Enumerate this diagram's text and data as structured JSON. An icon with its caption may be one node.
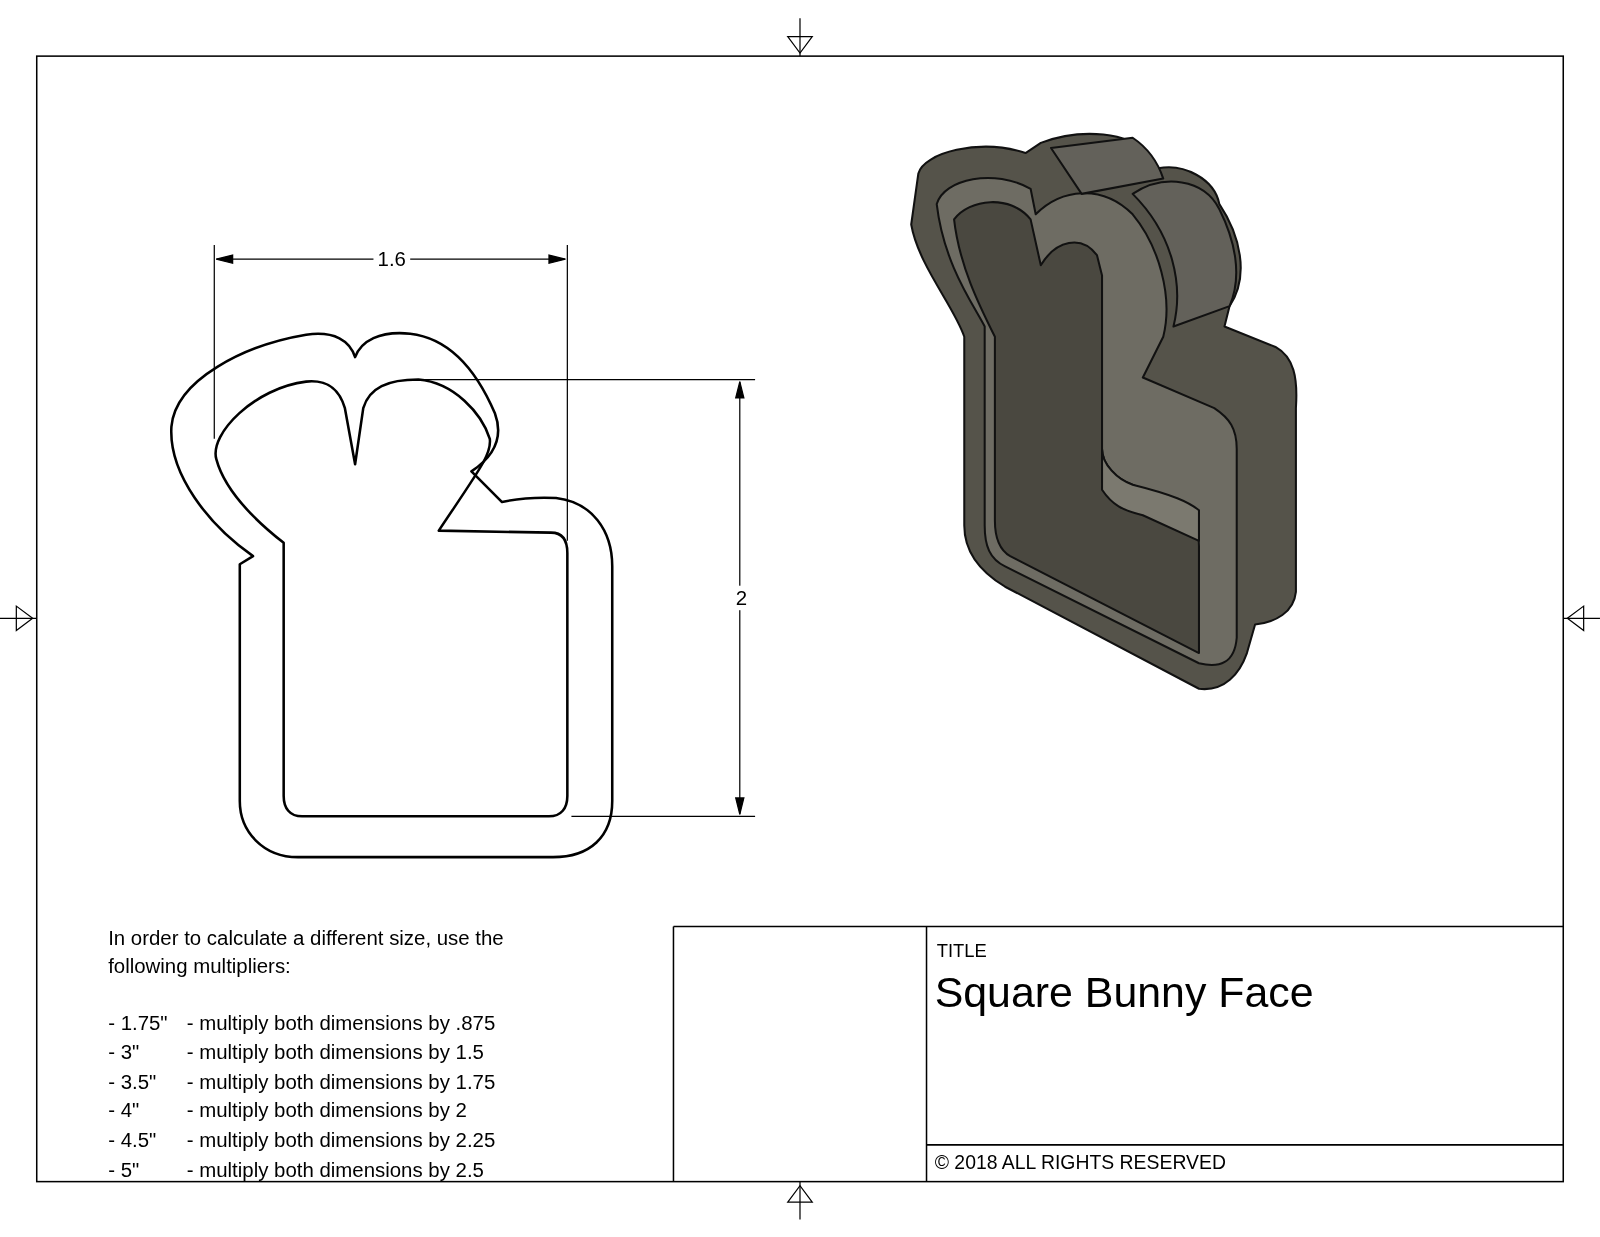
{
  "diagram": {
    "labels": [
      "1.6",
      "2",
      "In order to calculate a different size, use the following multipliers:",
      "- 1.75\"",
      "- multiply both dimensions by .875",
      "- 3\"",
      "- multiply both dimensions by 1.5",
      "- 3.5\"",
      "- multiply both dimensions by 1.75",
      "- 4\"",
      "- multiply both dimensions by 2",
      "- 4.5\"",
      "- multiply both dimensions by 2.25",
      "- 5\"",
      "- multiply both dimensions by 2.5",
      "TITLE",
      "Square Bunny Face",
      "© 2018 ALL RIGHTS RESERVED"
    ]
  }
}
